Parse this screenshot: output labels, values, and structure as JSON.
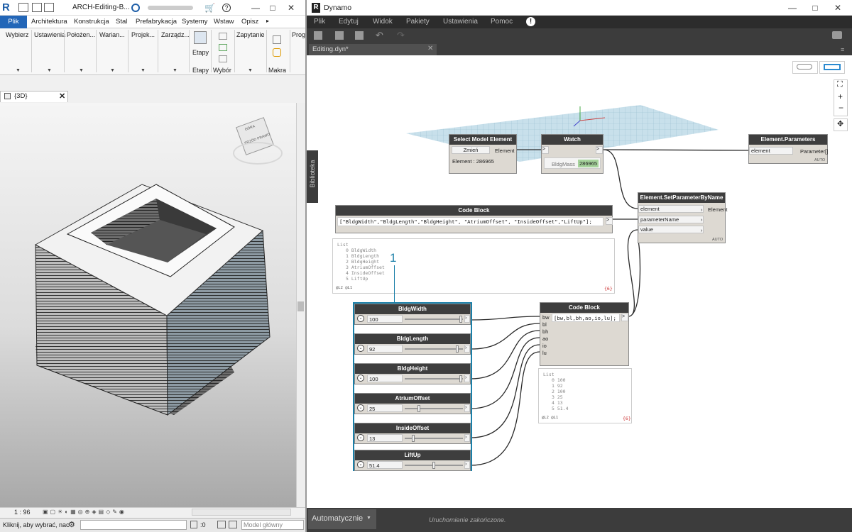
{
  "revit": {
    "title": "ARCH-Editing-B...",
    "menu": [
      "Plik",
      "Architektura",
      "Konstrukcja",
      "Stal",
      "Prefabrykacja",
      "Systemy",
      "Wstaw",
      "Opisz"
    ],
    "ribbon": [
      "Wybierz",
      "Ustawienia",
      "Położen...",
      "Warian...",
      "Projek...",
      "Zarządz...",
      "Etapy",
      "Wybór",
      "Zapytanie",
      "Makra",
      "Prog"
    ],
    "etapy_top": "Etapy",
    "view_tab": "{3D}",
    "cube_labels": [
      "GÓRA",
      "PRZÓD",
      "PRAWO"
    ],
    "scale": "1 : 96",
    "status_hint": "Kliknij, aby wybrać, nac",
    "zero": ":0",
    "model": "Model główny"
  },
  "dynamo": {
    "title": "Dynamo",
    "menu": [
      "Plik",
      "Edytuj",
      "Widok",
      "Pakiety",
      "Ustawienia",
      "Pomoc"
    ],
    "tab": "Editing.dyn*",
    "library": "Biblioteka",
    "run_mode": "Automatycznie",
    "status": "Uruchomienie zakończone.",
    "callout": "1",
    "nodes": {
      "select": {
        "title": "Select Model Element",
        "button": "Zmień",
        "out": "Element",
        "info": "Element : 286965"
      },
      "watch": {
        "title": "Watch",
        "in": ">",
        "out": ">",
        "label": "BldgMass",
        "value": "286965"
      },
      "params": {
        "title": "Element.Parameters",
        "in": "element",
        "out": "Parameter[]",
        "lacing": "AUTO"
      },
      "setparam": {
        "title": "Element.SetParameterByName",
        "in": [
          "element",
          "parameterName",
          "value"
        ],
        "out": "Element",
        "lacing": "AUTO"
      },
      "code1": {
        "title": "Code Block",
        "code": "[\"BldgWidth\",\"BldgLength\",\"BldgHeight\", \"AtriumOffset\", \"InsideOffset\",\"LiftUp\"];",
        "out": ">"
      },
      "code2": {
        "title": "Code Block",
        "code": "[bw,bl,bh,ao,io,lu];",
        "in": [
          "bw",
          "bl",
          "bh",
          "ao",
          "io",
          "lu"
        ],
        "out": ">"
      }
    },
    "preview1": {
      "head": "List",
      "items": [
        [
          "0",
          "BldgWidth"
        ],
        [
          "1",
          "BldgLength"
        ],
        [
          "2",
          "BldgHeight"
        ],
        [
          "3",
          "AtriumOffset"
        ],
        [
          "4",
          "InsideOffset"
        ],
        [
          "5",
          "LiftUp"
        ]
      ],
      "foot": "@L2 @L1",
      "count": "{6}"
    },
    "preview2": {
      "head": "List",
      "items": [
        [
          "0",
          "100"
        ],
        [
          "1",
          "92"
        ],
        [
          "2",
          "100"
        ],
        [
          "3",
          "25"
        ],
        [
          "4",
          "13"
        ],
        [
          "5",
          "51.4"
        ]
      ],
      "foot": "@L2 @L1",
      "count": "{6}"
    },
    "sliders": [
      {
        "title": "BldgWidth",
        "value": "100",
        "level": 0.99
      },
      {
        "title": "BldgLength",
        "value": "92",
        "level": 0.92
      },
      {
        "title": "BldgHeight",
        "value": "100",
        "level": 0.99
      },
      {
        "title": "AtriumOffset",
        "value": "25",
        "level": 0.25
      },
      {
        "title": "InsideOffset",
        "value": "13",
        "level": 0.15
      },
      {
        "title": "LiftUp",
        "value": "51.4",
        "level": 0.51
      }
    ]
  }
}
